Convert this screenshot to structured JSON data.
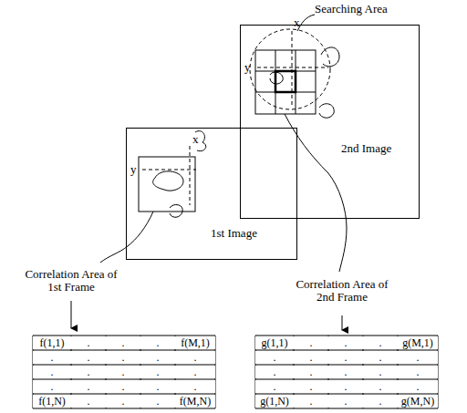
{
  "diagram": {
    "nodes": [
      {
        "text": [
          "1st Image"
        ]
      },
      {
        "text": [
          "2nd Image"
        ]
      }
    ],
    "labels": [
      "Searching Area",
      "x",
      "y",
      "x",
      "y",
      "Correlation Area of 1st Frame",
      "Correlation Area of 2nd Frame",
      "f(1,1)",
      ".",
      ".",
      ".",
      "f(M,1)",
      ".",
      ".",
      ".",
      ".",
      ".",
      ".",
      ".",
      ".",
      ".",
      ".",
      ".",
      ".",
      ".",
      ".",
      ".",
      "f(1,N)",
      ".",
      ".",
      ".",
      "f(M,N)",
      "g(1,1)",
      ".",
      ".",
      ".",
      "g(M,1)",
      ".",
      ".",
      ".",
      ".",
      ".",
      ".",
      ".",
      ".",
      ".",
      ".",
      ".",
      ".",
      ".",
      ".",
      ".",
      "g(1,N)",
      ".",
      ".",
      ".",
      "g(M,N)"
    ]
  }
}
